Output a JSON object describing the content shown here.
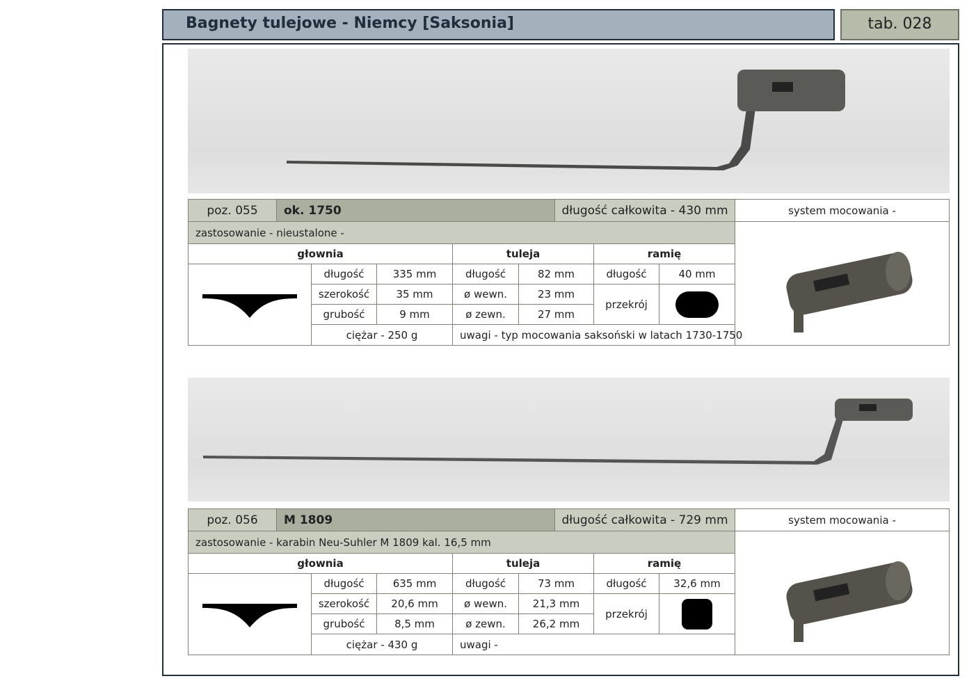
{
  "header": {
    "title": "Bagnety tulejowe  -  Niemcy  [Saksonia]",
    "tab": "tab. 028"
  },
  "labels": {
    "system": "system mocowania -",
    "glownia": "głownia",
    "tuleja": "tuleja",
    "ramie": "ramię",
    "dlugosc": "długość",
    "szerokosc": "szerokość",
    "grubosc": "grubość",
    "wewn": "ø wewn.",
    "zewn": "ø zewn.",
    "przekroj": "przekrój"
  },
  "items": [
    {
      "poz": "poz. 055",
      "date": "ok. 1750",
      "total": "długość całkowita -  430 mm",
      "use": "zastosowanie - nieustalone -",
      "blade": {
        "len": "335 mm",
        "width": "35 mm",
        "thick": "9 mm"
      },
      "socket": {
        "len": "82 mm",
        "inner": "23 mm",
        "outer": "27 mm"
      },
      "arm": {
        "len": "40 mm",
        "section": "oval"
      },
      "weight": "ciężar - 250 g",
      "notes": "uwagi - typ mocowania saksoński w latach 1730-1750"
    },
    {
      "poz": "poz. 056",
      "date": "M 1809",
      "total": "długość całkowita -  729 mm",
      "use": "zastosowanie - karabin Neu-Suhler M 1809  kal. 16,5 mm",
      "blade": {
        "len": "635 mm",
        "width": "20,6 mm",
        "thick": "8,5 mm"
      },
      "socket": {
        "len": "73 mm",
        "inner": "21,3 mm",
        "outer": "26,2 mm"
      },
      "arm": {
        "len": "32,6 mm",
        "section": "square"
      },
      "weight": "ciężar - 430 g",
      "notes": "uwagi -"
    }
  ]
}
